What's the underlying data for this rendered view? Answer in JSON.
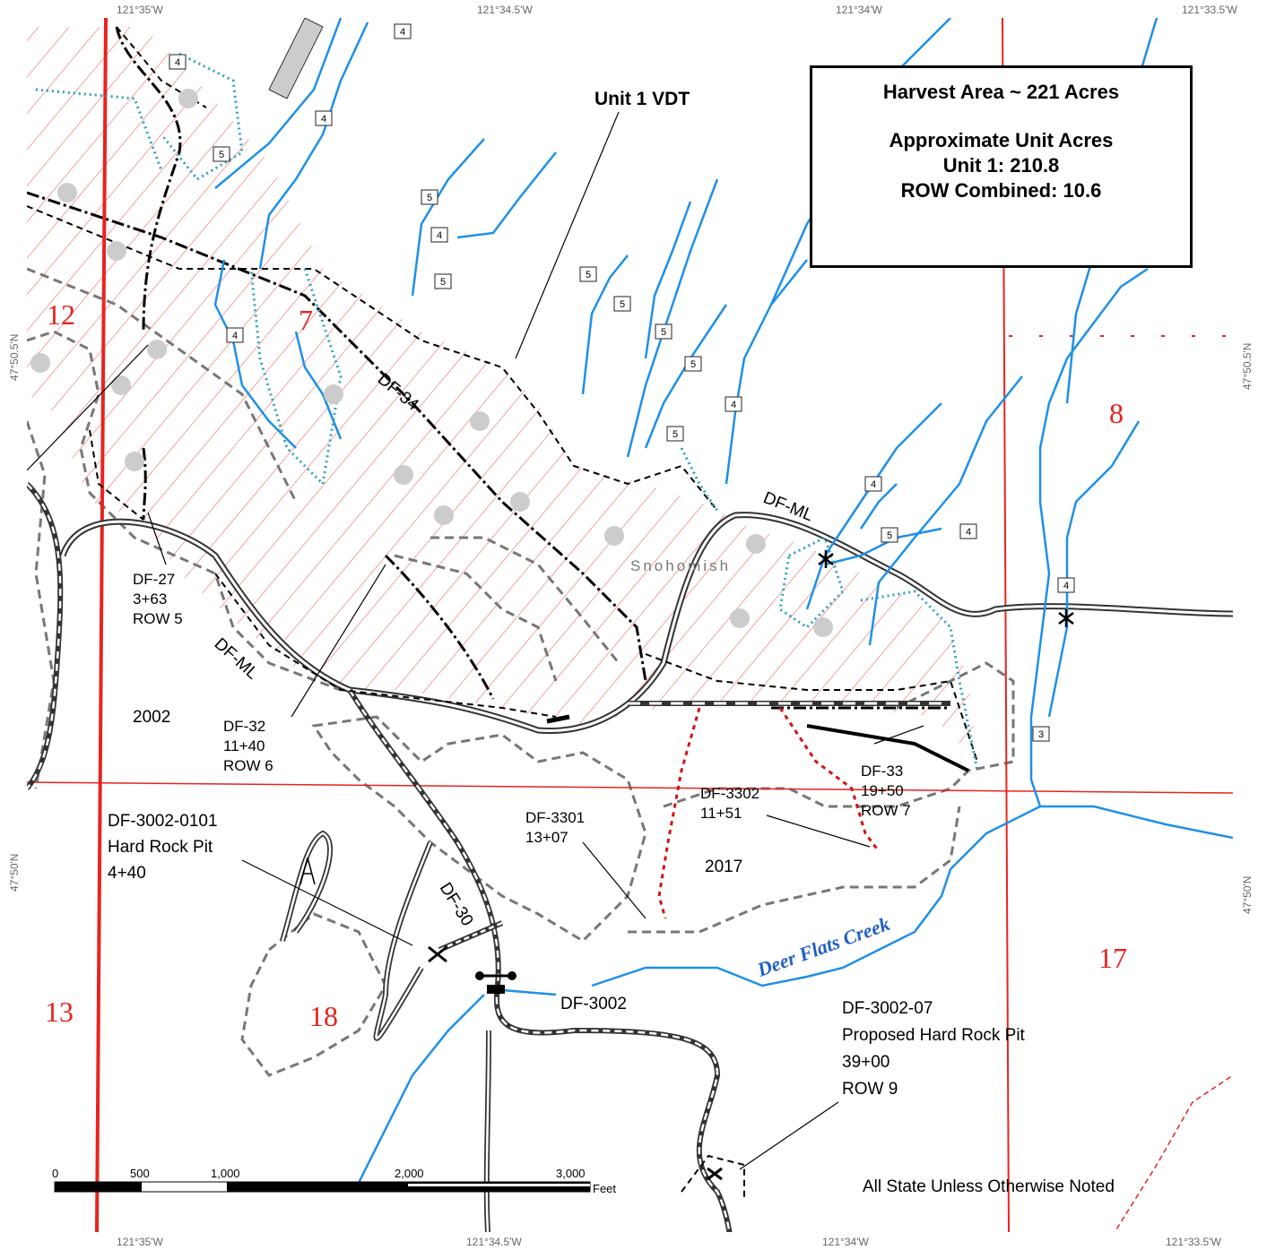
{
  "harvest_box": {
    "line1": "Harvest Area ~ 221 Acres",
    "line2": "Approximate Unit Acres",
    "line3": "Unit 1: 210.8",
    "line4": "ROW Combined: 10.6"
  },
  "coords": {
    "top": [
      "121°35'W",
      "121°34.5'W",
      "121°34'W",
      "121°33.5'W"
    ],
    "bottom": [
      "121°35'W",
      "121°34.5'W",
      "121°34'W",
      "121°33.5'W"
    ],
    "left": [
      "47°50.5'N",
      "47°50'N"
    ],
    "right": [
      "47°50.5'N",
      "47°50'N"
    ]
  },
  "sections": [
    "12",
    "7",
    "8",
    "13",
    "18",
    "17"
  ],
  "labels": {
    "unit1_vdt": "Unit 1 VDT",
    "df34": "DF-34",
    "dfml_a": "DF-ML",
    "dfml_b": "DF-ML",
    "snohomish": "Snohomish",
    "df27": [
      "DF-27",
      "3+63",
      "ROW 5"
    ],
    "y2002": "2002",
    "df32": [
      "DF-32",
      "11+40",
      "ROW 6"
    ],
    "df33": [
      "DF-33",
      "19+50",
      "ROW 7"
    ],
    "df3302": [
      "DF-3302",
      "11+51"
    ],
    "df3301": [
      "DF-3301",
      "13+07"
    ],
    "y2017": "2017",
    "pit0101": [
      "DF-3002-0101",
      "Hard Rock Pit",
      "4+40"
    ],
    "df30": "DF-30",
    "df3002": "DF-3002",
    "creek": "Deer Flats Creek",
    "pit07": [
      "DF-3002-07",
      "Proposed Hard Rock Pit",
      "39+00",
      "ROW 9"
    ],
    "ownership": "All State Unless Otherwise Noted"
  },
  "stream_types": [
    "4",
    "4",
    "4",
    "5",
    "5",
    "4",
    "5",
    "4",
    "5",
    "5",
    "5",
    "5",
    "4",
    "5",
    "4",
    "5",
    "4",
    "4",
    "3"
  ],
  "scale_bar": {
    "ticks": [
      "0",
      "500",
      "1,000",
      "2,000",
      "3,000"
    ],
    "unit": "Feet"
  },
  "colors": {
    "section_line": "#e8231f",
    "hatch": "#f07070",
    "stream": "#1e90e8",
    "unit_boundary": "#000000",
    "old_harvest": "#777777",
    "creek_label": "#1f5fc8"
  }
}
